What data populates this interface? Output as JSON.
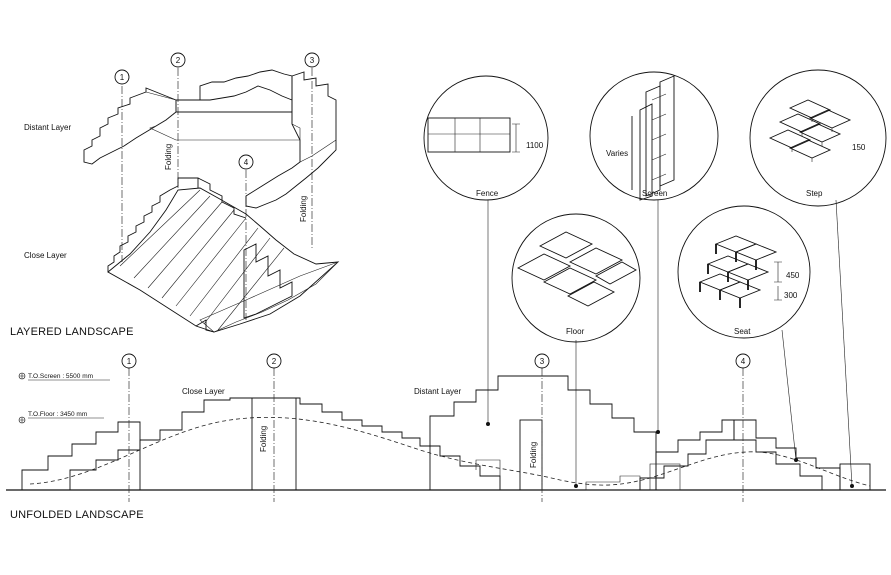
{
  "axis_markers": [
    "1",
    "2",
    "3",
    "4"
  ],
  "layered": {
    "title": "LAYERED LANDSCAPE",
    "distant_layer_label": "Distant Layer",
    "close_layer_label": "Close Layer",
    "folding_label": "Folding"
  },
  "unfolded": {
    "title": "UNFOLDED LANDSCAPE",
    "close_layer_label": "Close Layer",
    "distant_layer_label": "Distant Layer",
    "folding_label": "Folding",
    "to_screen": "T.O.Screen : 5500 mm",
    "to_floor": "T.O.Floor : 3450 mm"
  },
  "details": {
    "fence": {
      "label": "Fence",
      "dim": "1100"
    },
    "screen": {
      "label": "Screen",
      "dim": "Varies"
    },
    "step": {
      "label": "Step",
      "dim": "150"
    },
    "floor": {
      "label": "Floor"
    },
    "seat": {
      "label": "Seat",
      "dim_top": "450",
      "dim_bottom": "300"
    }
  }
}
